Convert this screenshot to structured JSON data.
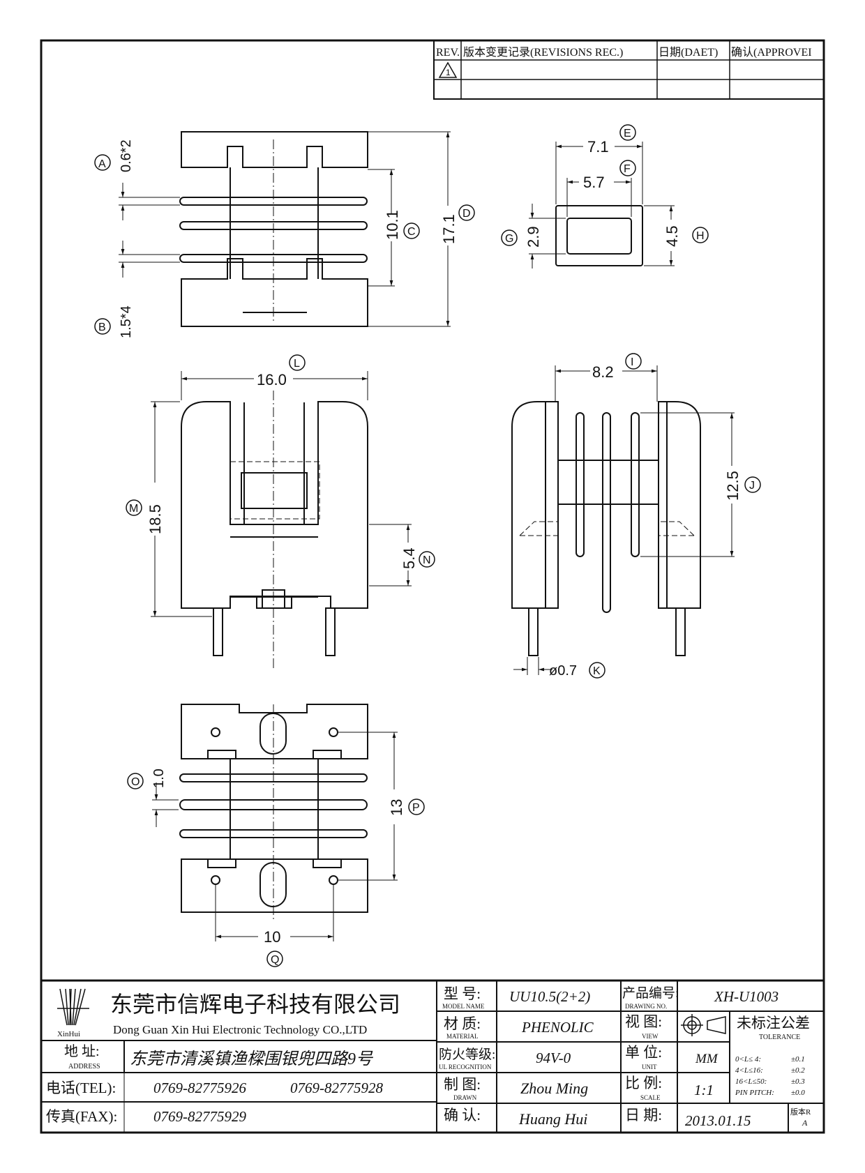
{
  "revision_block": {
    "headers": [
      "REV.",
      "版本变更记录(REVISIONS REC.)",
      "日期(DAET)",
      "确认(APPROVEI"
    ],
    "rev_mark": "1"
  },
  "dimensions": {
    "A": {
      "letter": "A",
      "value": "0.6*2"
    },
    "B": {
      "letter": "B",
      "value": "1.5*4"
    },
    "C": {
      "letter": "C",
      "value": "10.1"
    },
    "D": {
      "letter": "D",
      "value": "17.1"
    },
    "E": {
      "letter": "E",
      "value": "7.1"
    },
    "F": {
      "letter": "F",
      "value": "5.7"
    },
    "G": {
      "letter": "G",
      "value": "2.9"
    },
    "H": {
      "letter": "H",
      "value": "4.5"
    },
    "I": {
      "letter": "I",
      "value": "8.2"
    },
    "J": {
      "letter": "J",
      "value": "12.5"
    },
    "K": {
      "letter": "K",
      "value": "ø0.7"
    },
    "L": {
      "letter": "L",
      "value": "16.0"
    },
    "M": {
      "letter": "M",
      "value": "18.5"
    },
    "N": {
      "letter": "N",
      "value": "5.4"
    },
    "O": {
      "letter": "O",
      "value": "1.0"
    },
    "P": {
      "letter": "P",
      "value": "13"
    },
    "Q": {
      "letter": "Q",
      "value": "10"
    }
  },
  "title_block": {
    "logo_caption": "XinHui",
    "company_cn": "东莞市信辉电子科技有限公司",
    "company_en": "Dong Guan Xin Hui Electronic Technology CO.,LTD",
    "address_label_cn": "地  址:",
    "address_label_en": "ADDRESS",
    "address_value": "东莞市清溪镇渔樑围银兜四路9号",
    "tel_label": "电话(TEL):",
    "tel_value_1": "0769-82775926",
    "tel_value_2": "0769-82775928",
    "fax_label": "传真(FAX):",
    "fax_value": "0769-82775929",
    "model_label_cn": "型  号:",
    "model_label_en": "MODEL NAME",
    "model_value": "UU10.5(2+2)",
    "material_label_cn": "材  质:",
    "material_label_en": "MATERIAL",
    "material_value": "PHENOLIC",
    "ul_label_cn": "防火等级:",
    "ul_label_en": "UL RECOGNITION",
    "ul_value": "94V-0",
    "drawn_label_cn": "制  图:",
    "drawn_label_en": "DRAWN",
    "drawn_value": "Zhou Ming",
    "confirm_label_cn": "确  认:",
    "confirm_value": "Huang Hui",
    "drawing_no_label_cn": "产品编号:",
    "drawing_no_label_en": "DRAWING NO.",
    "drawing_no_value": "XH-U1003",
    "view_label_cn": "视  图:",
    "view_label_en": "VIEW",
    "unit_label_cn": "单  位:",
    "unit_label_en": "UNIT",
    "unit_value": "MM",
    "scale_label_cn": "比  例:",
    "scale_label_en": "SCALE",
    "scale_value": "1:1",
    "date_label_cn": "日  期:",
    "date_value": "2013.01.15",
    "tolerance_title_cn": "未标注公差",
    "tolerance_title_en": "TOLERANCE",
    "tolerances": [
      {
        "range": "0<L≤ 4:",
        "value": "±0.1"
      },
      {
        "range": "4<L≤16:",
        "value": "±0.2"
      },
      {
        "range": "16<L≤50:",
        "value": "±0.3"
      },
      {
        "range": "PIN PITCH:",
        "value": "±0.0"
      }
    ],
    "version_label": "版本R",
    "version_value": "A"
  }
}
